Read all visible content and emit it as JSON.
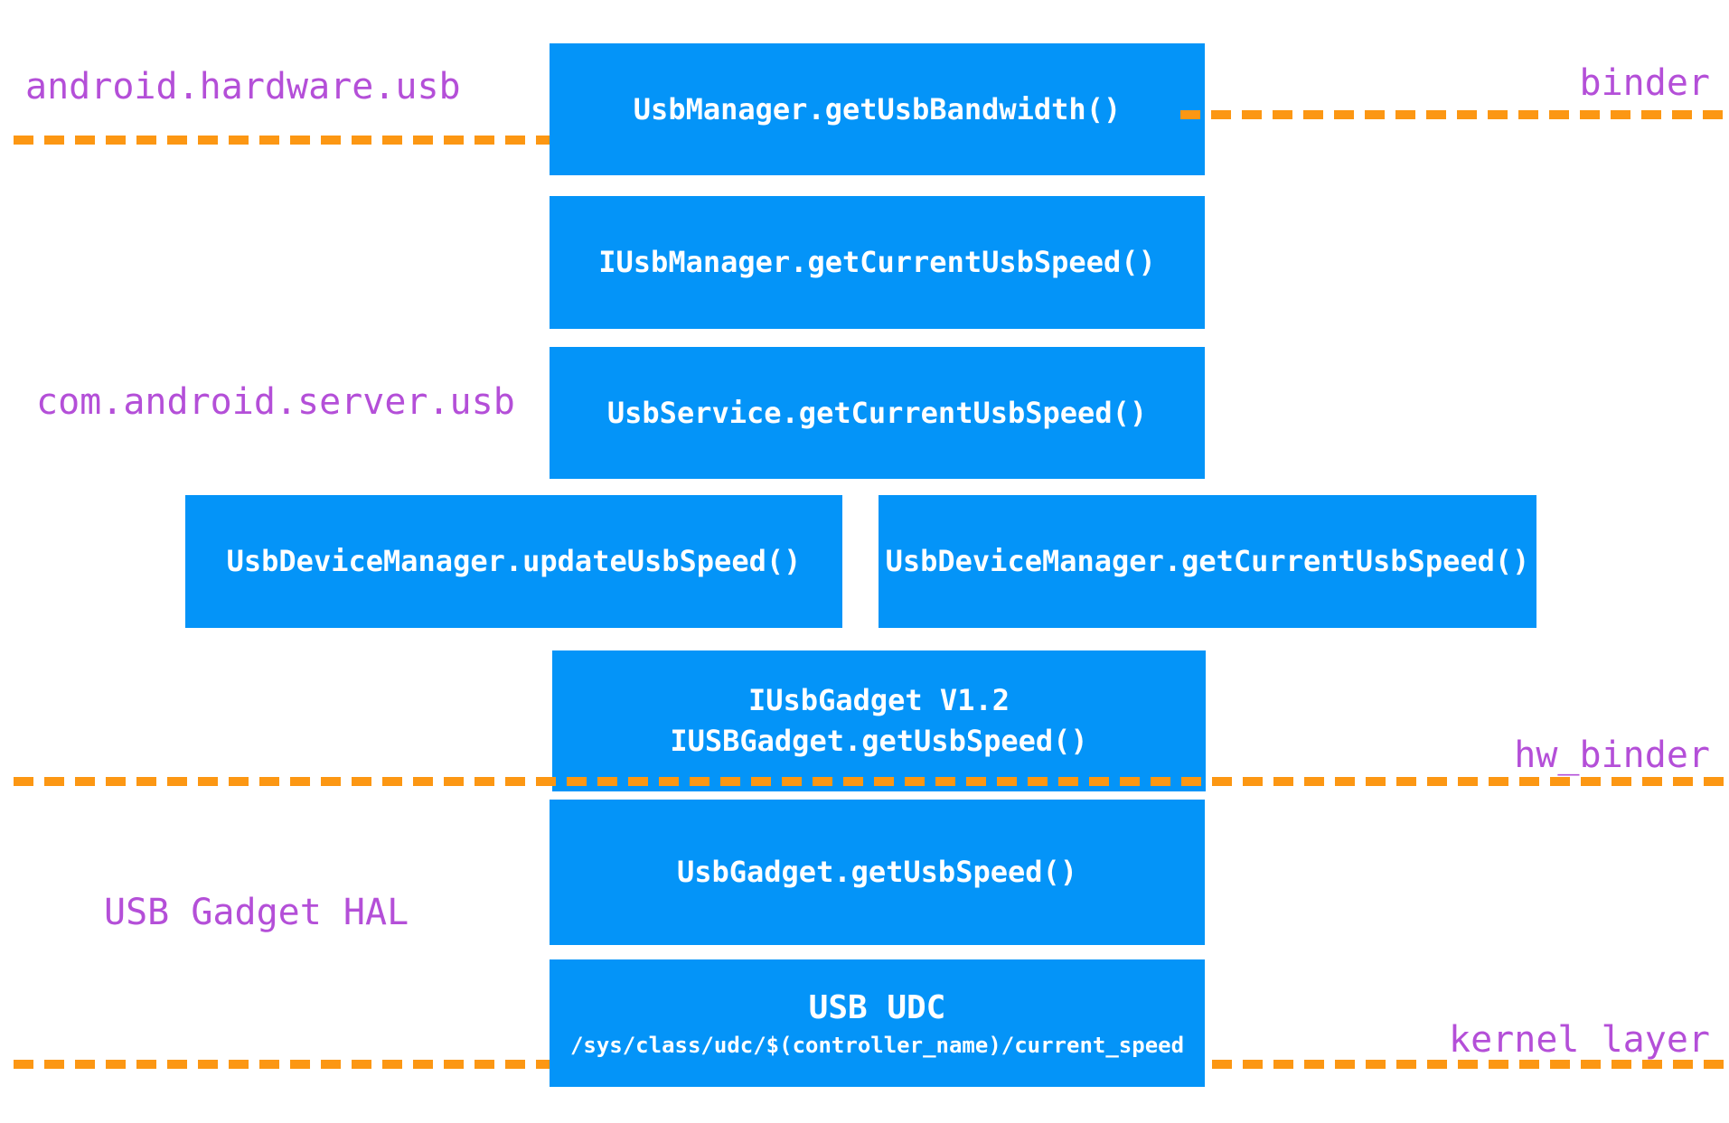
{
  "diagram": {
    "labels": {
      "api_package": "android.hardware.usb",
      "binder": "binder",
      "server_package": "com.android.server.usb",
      "hw_binder": "hw_binder",
      "usb_gadget_hal": "USB Gadget HAL",
      "kernel_layer": "kernel layer"
    },
    "boxes": {
      "usb_manager": "UsbManager.getUsbBandwidth()",
      "iusb_manager": "IUsbManager.getCurrentUsbSpeed()",
      "usb_service": "UsbService.getCurrentUsbSpeed()",
      "usb_device_manager_update": "UsbDeviceManager.updateUsbSpeed()",
      "usb_device_manager_get": "UsbDeviceManager.getCurrentUsbSpeed()",
      "iusb_gadget_version": "IUsbGadget V1.2",
      "iusb_gadget_method": "IUSBGadget.getUsbSpeed()",
      "usb_gadget": "UsbGadget.getUsbSpeed()",
      "usb_udc_title": "USB UDC",
      "usb_udc_path": "/sys/class/udc/$(controller_name)/current_speed"
    },
    "colors": {
      "box_blue": "#0494F8",
      "dash_orange": "#FC9713",
      "label_purple": "#B44FD8",
      "box_text_white": "#FFFFFF",
      "background": "#FFFFFF"
    }
  }
}
